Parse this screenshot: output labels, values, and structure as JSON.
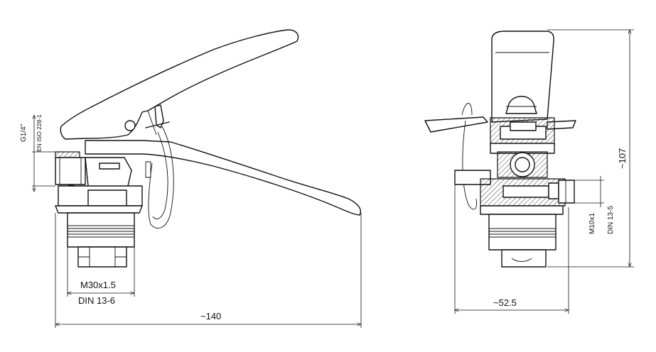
{
  "left_view": {
    "thread_inlet_label": "G1/4\"",
    "thread_inlet_standard": "EN ISO 228-1",
    "thread_outlet_label": "M30x1.5",
    "thread_outlet_standard": "DIN 13-6",
    "overall_width_label": "~140"
  },
  "right_view": {
    "height_label": "~107",
    "width_label": "~52.5",
    "thread_side_label": "M10x1",
    "thread_side_standard": "DIN 13-5"
  }
}
